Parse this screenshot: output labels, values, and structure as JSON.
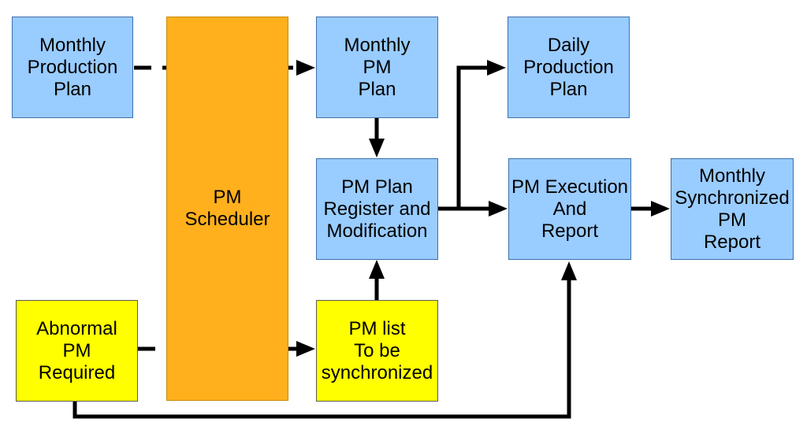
{
  "colors": {
    "blue_box": "#99ccff",
    "yellow_box": "#ffff00",
    "orange_box": "#ffb01c",
    "line": "#000000"
  },
  "nodes": {
    "monthly_production_plan": {
      "lines": [
        "Monthly",
        "Production",
        "Plan"
      ]
    },
    "pm_scheduler": {
      "lines": [
        "PM",
        "Scheduler"
      ]
    },
    "monthly_pm_plan": {
      "lines": [
        "Monthly",
        "PM",
        "Plan"
      ]
    },
    "daily_production_plan": {
      "lines": [
        "Daily",
        "Production",
        "Plan"
      ]
    },
    "pm_plan_register": {
      "lines": [
        "PM Plan",
        "Register and",
        "Modification"
      ]
    },
    "pm_execution_report": {
      "lines": [
        "PM Execution",
        "And",
        "Report"
      ]
    },
    "monthly_synchronized_report": {
      "lines": [
        "Monthly",
        "Synchronized",
        "PM",
        "Report"
      ]
    },
    "abnormal_pm_required": {
      "lines": [
        "Abnormal",
        "PM",
        "Required"
      ]
    },
    "pm_list_to_sync": {
      "lines": [
        "PM list",
        "To be",
        "synchronized"
      ]
    }
  }
}
